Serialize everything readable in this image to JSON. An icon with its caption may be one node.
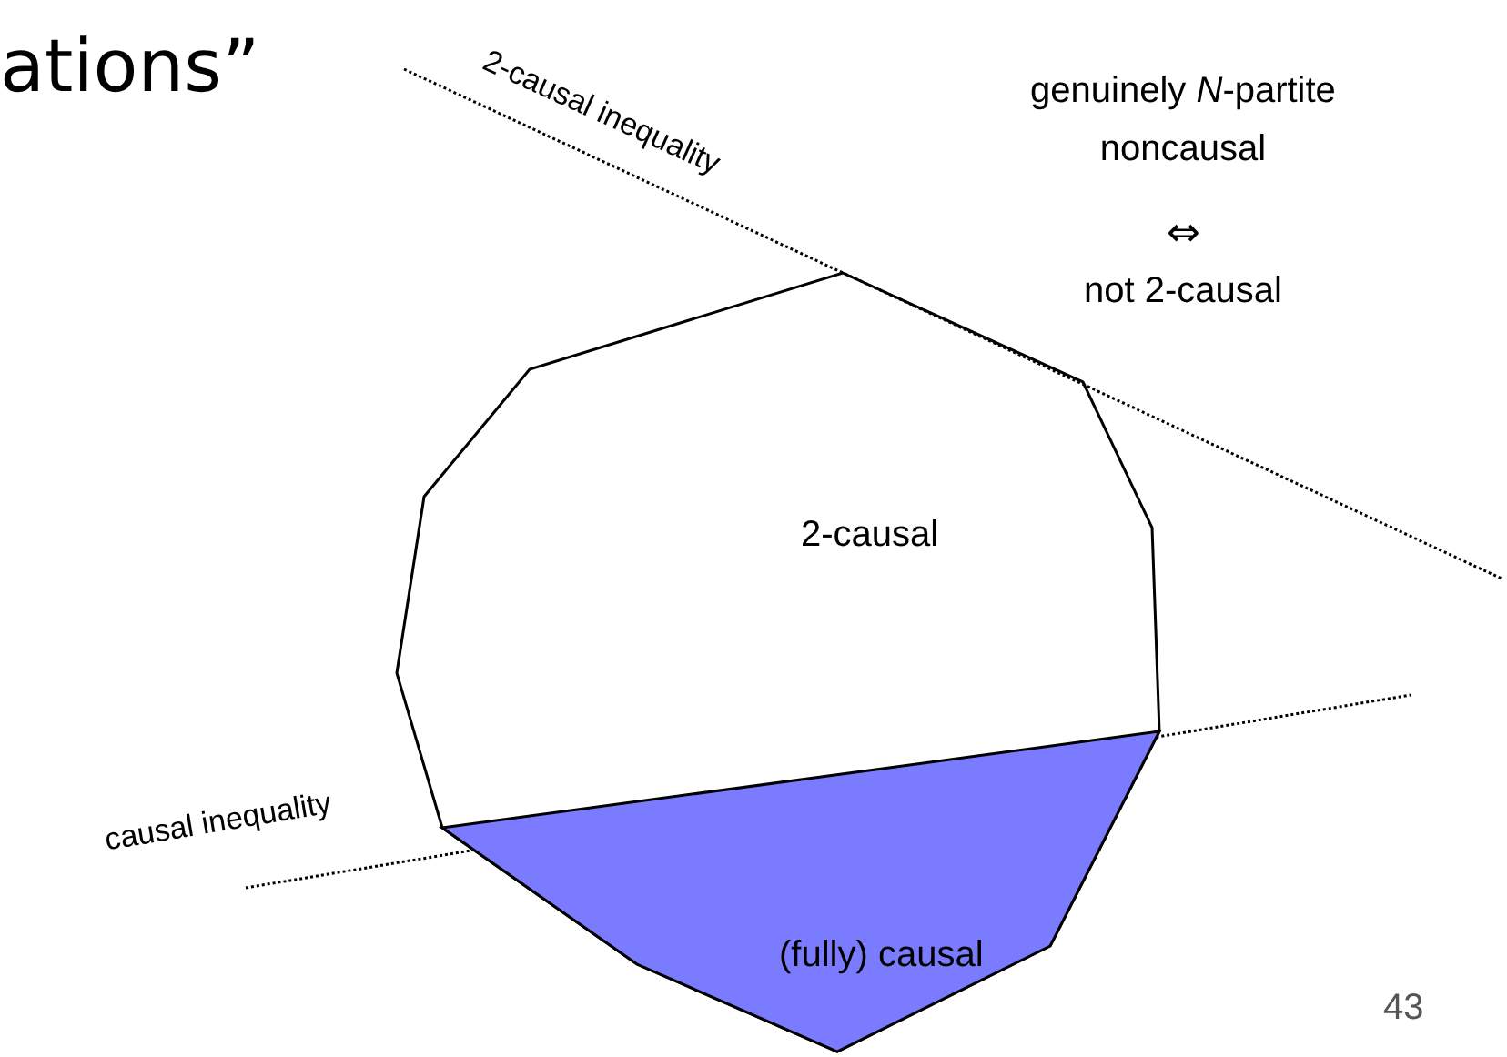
{
  "diagram": {
    "nodes": [
      {
        "text": [
          "2-causal"
        ]
      },
      {
        "text": [
          "(fully) causal"
        ],
        "in": 0
      }
    ],
    "labels": [
      "ations”",
      "2-causal inequality",
      "genuinely *N*-partite noncausal",
      "⇔",
      "not 2-causal",
      "causal inequality",
      "43"
    ]
  }
}
